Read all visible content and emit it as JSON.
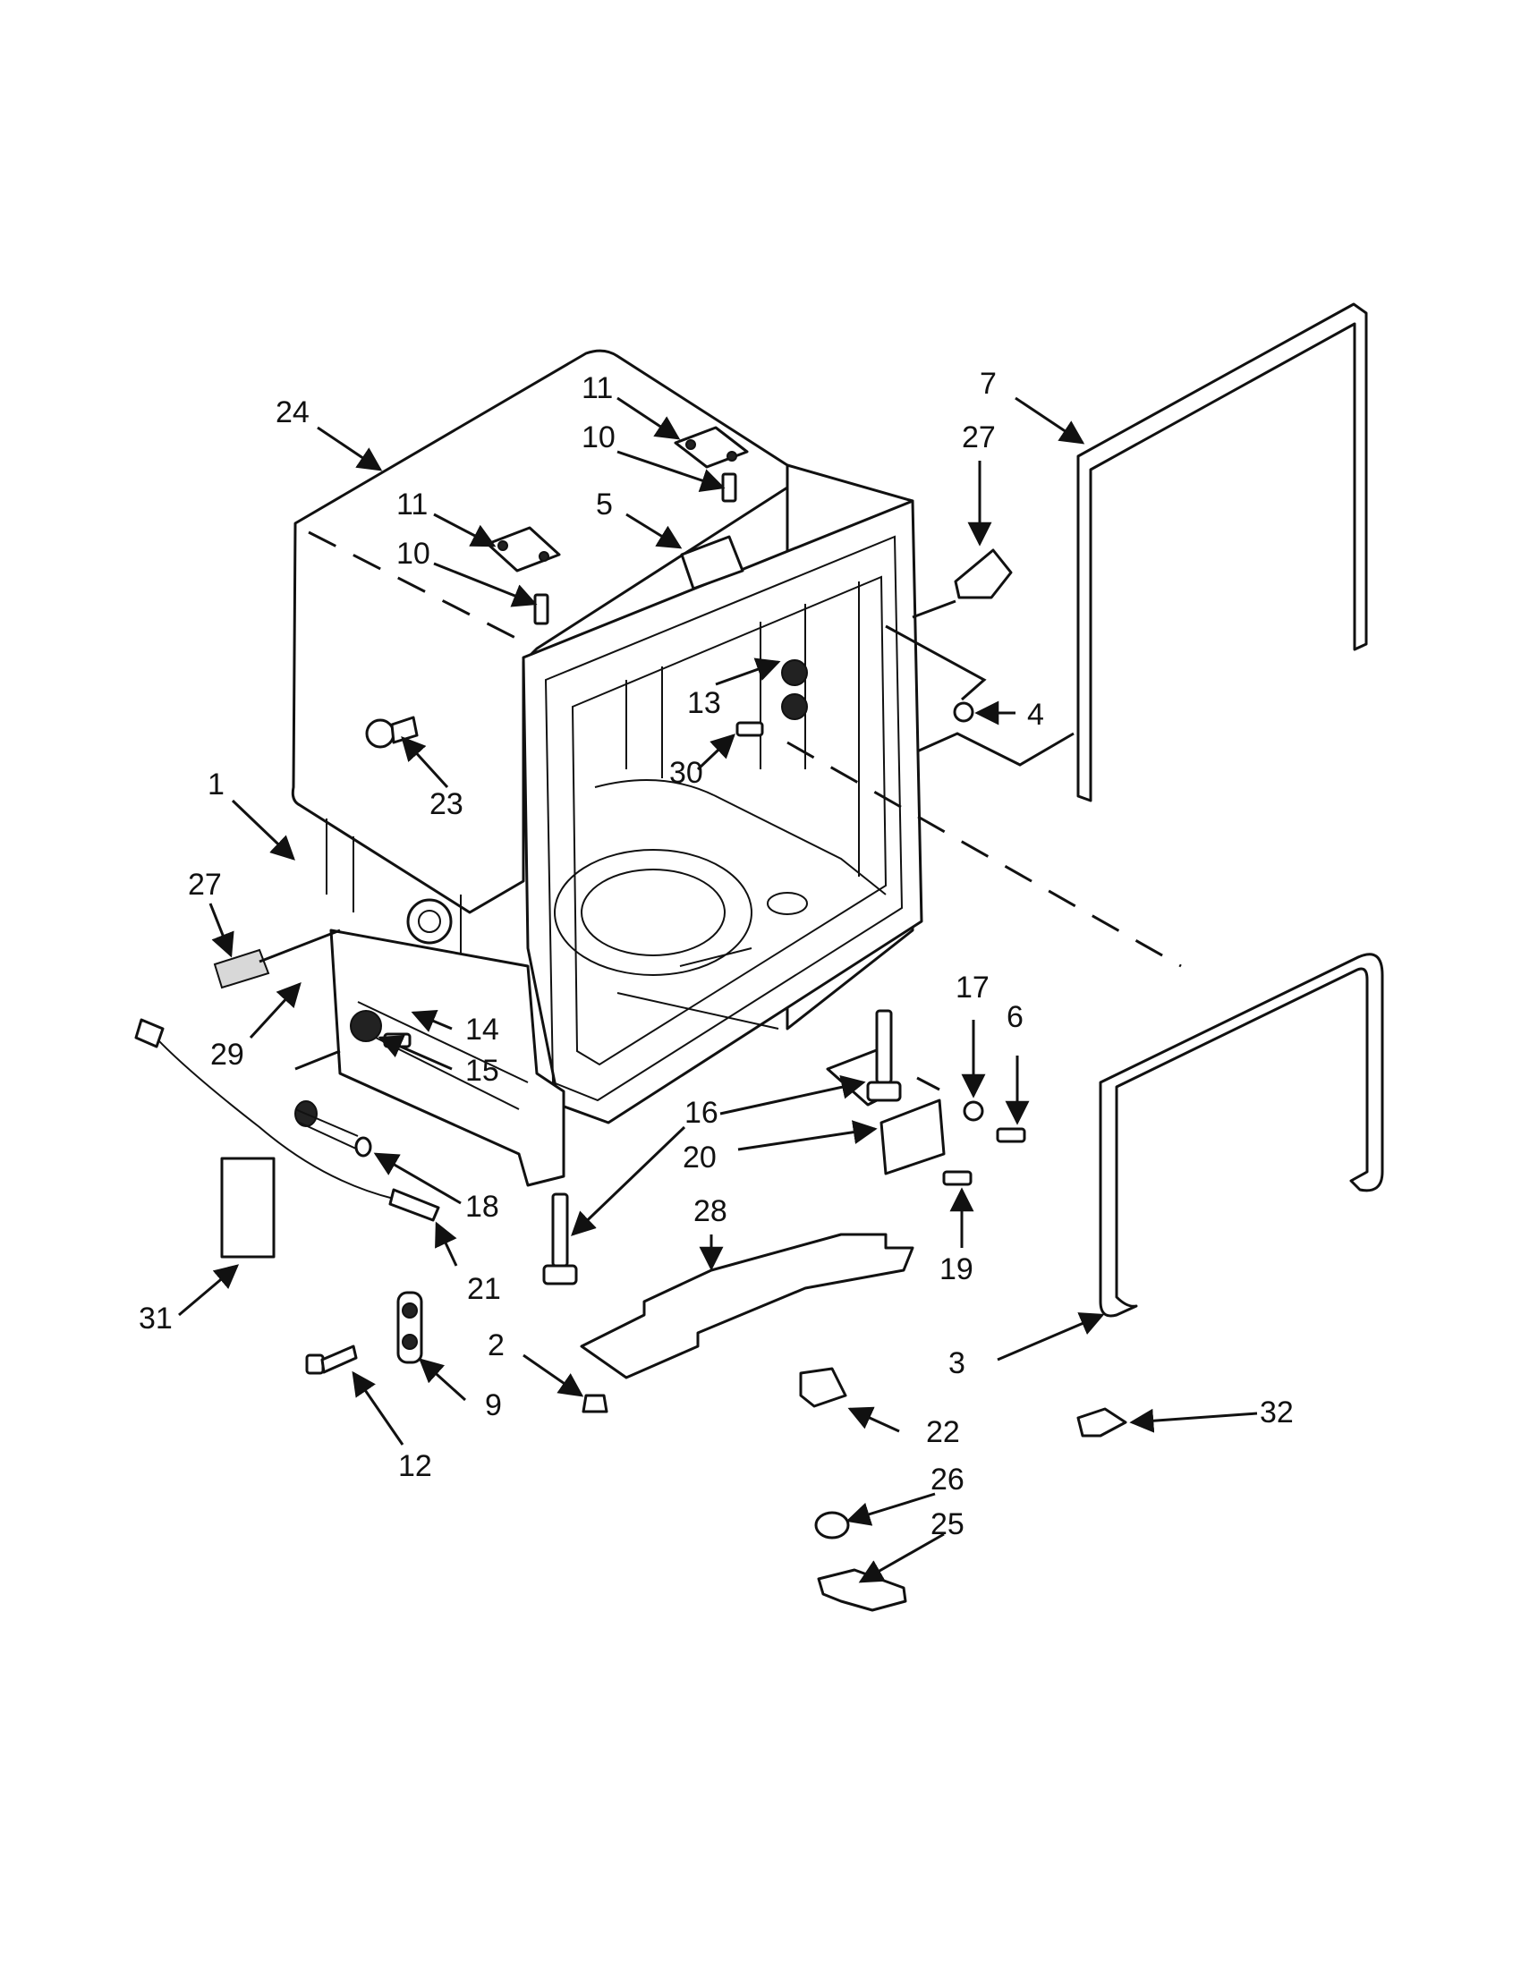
{
  "diagram": {
    "callouts": [
      {
        "key": "c24",
        "label": "24"
      },
      {
        "key": "c11a",
        "label": "11"
      },
      {
        "key": "c10a",
        "label": "10"
      },
      {
        "key": "c11b",
        "label": "11"
      },
      {
        "key": "c10b",
        "label": "10"
      },
      {
        "key": "c5",
        "label": "5"
      },
      {
        "key": "c7",
        "label": "7"
      },
      {
        "key": "c27a",
        "label": "27"
      },
      {
        "key": "c4",
        "label": "4"
      },
      {
        "key": "c13",
        "label": "13"
      },
      {
        "key": "c30",
        "label": "30"
      },
      {
        "key": "c23",
        "label": "23"
      },
      {
        "key": "c1",
        "label": "1"
      },
      {
        "key": "c27b",
        "label": "27"
      },
      {
        "key": "c29",
        "label": "29"
      },
      {
        "key": "c14",
        "label": "14"
      },
      {
        "key": "c15",
        "label": "15"
      },
      {
        "key": "c17",
        "label": "17"
      },
      {
        "key": "c6",
        "label": "6"
      },
      {
        "key": "c16",
        "label": "16"
      },
      {
        "key": "c20",
        "label": "20"
      },
      {
        "key": "c28",
        "label": "28"
      },
      {
        "key": "c18",
        "label": "18"
      },
      {
        "key": "c19",
        "label": "19"
      },
      {
        "key": "c21",
        "label": "21"
      },
      {
        "key": "c31",
        "label": "31"
      },
      {
        "key": "c2",
        "label": "2"
      },
      {
        "key": "c9",
        "label": "9"
      },
      {
        "key": "c3",
        "label": "3"
      },
      {
        "key": "c22",
        "label": "22"
      },
      {
        "key": "c32",
        "label": "32"
      },
      {
        "key": "c12",
        "label": "12"
      },
      {
        "key": "c26",
        "label": "26"
      },
      {
        "key": "c25",
        "label": "25"
      }
    ]
  }
}
